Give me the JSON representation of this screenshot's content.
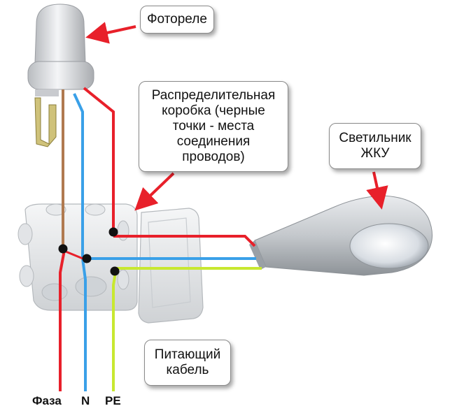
{
  "callouts": {
    "photorelay": "Фотореле",
    "junction_box": "Распределительная\nкоробка (черные\nточки - места\nсоединения\nпроводов)",
    "luminaire": "Светильник\nЖКУ",
    "supply_cable": "Питающий\nкабель"
  },
  "wire_labels": {
    "phase": "Фаза",
    "neutral": "N",
    "earth": "PE"
  },
  "colors": {
    "phase": "#e8202a",
    "neutral": "#3aa0e8",
    "earth": "#c8e830",
    "relay_brown": "#b07a50",
    "arrow": "#e8202a",
    "junction": "#111111"
  }
}
